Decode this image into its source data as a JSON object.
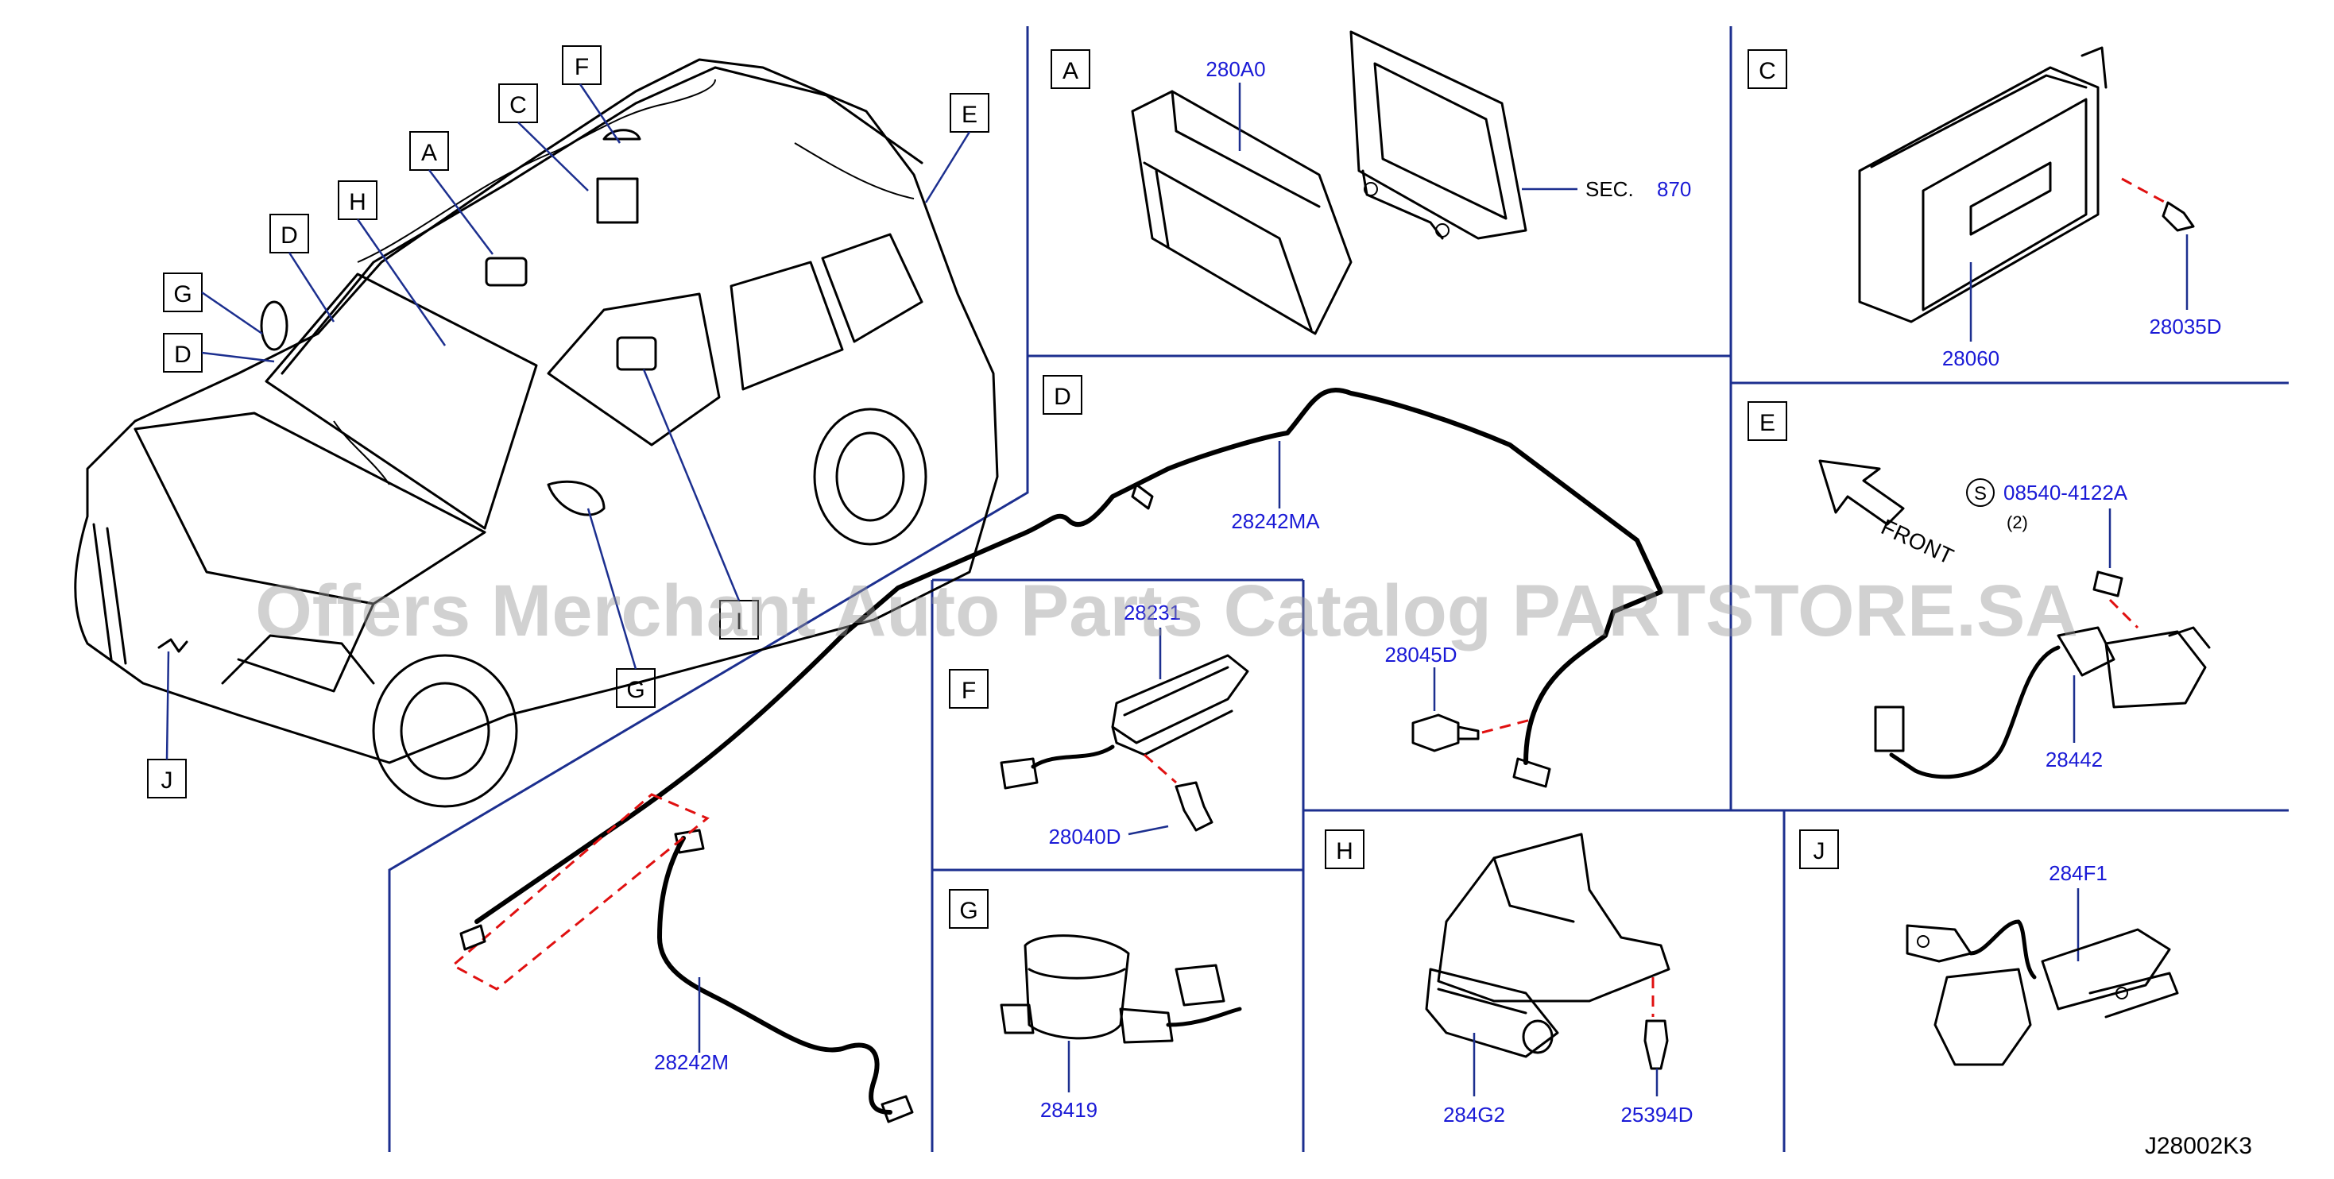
{
  "watermark": "Offers Merchant Auto Parts Catalog PARTSTORE.SA",
  "diagram_code": "J28002K3",
  "overview_letters": {
    "F": "F",
    "C": "C",
    "A": "A",
    "H": "H",
    "D1": "D",
    "G": "G",
    "D2": "D",
    "E": "E",
    "I": "I",
    "G2": "G",
    "J": "J"
  },
  "panels": {
    "A": {
      "letter": "A",
      "part": "280A0",
      "sec_prefix": "SEC.",
      "sec_number": "870"
    },
    "C": {
      "letter": "C",
      "parts": [
        "28060",
        "28035D"
      ]
    },
    "D": {
      "letter": "D",
      "parts": [
        "28242MA",
        "28045D",
        "28242M"
      ]
    },
    "E": {
      "letter": "E",
      "front": "FRONT",
      "s_symbol": "S",
      "bolt": "08540-4122A",
      "qty": "(2)",
      "part": "28442"
    },
    "F": {
      "letter": "F",
      "parts": [
        "28231",
        "28040D"
      ]
    },
    "G": {
      "letter": "G",
      "part": "28419"
    },
    "H": {
      "letter": "H",
      "parts": [
        "284G2",
        "25394D"
      ]
    },
    "J": {
      "letter": "J",
      "part": "284F1"
    }
  }
}
